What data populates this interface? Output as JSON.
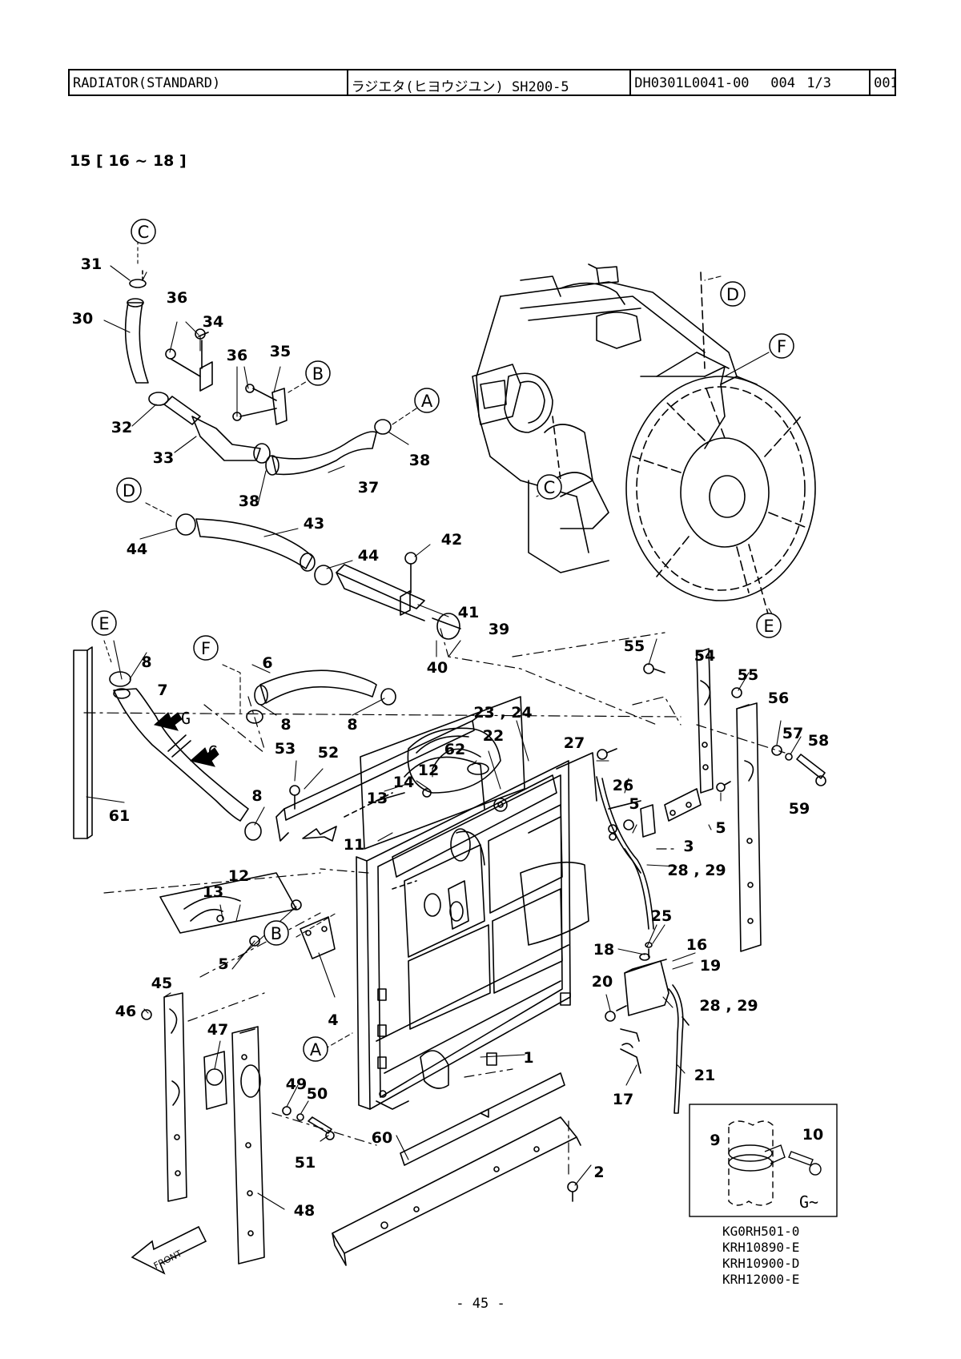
{
  "header": {
    "title": "RADIATOR(STANDARD)",
    "japanese_title": "ラジエタ(ヒヨウジユン) SH200-5",
    "drawing_no": "DH0301L0041-00",
    "group": "004",
    "sheet": "1/3",
    "page_code": "001"
  },
  "reference": "15 [ 16 ~ 18 ]",
  "callout_letters": [
    "A",
    "B",
    "C",
    "D",
    "E",
    "F"
  ],
  "part_labels": [
    "1",
    "2",
    "3",
    "4",
    "5",
    "6",
    "7",
    "8",
    "9",
    "10",
    "11",
    "12",
    "13",
    "14",
    "16",
    "17",
    "18",
    "19",
    "20",
    "21",
    "22",
    "23 , 24",
    "25",
    "26",
    "27",
    "28 , 29",
    "30",
    "31",
    "32",
    "33",
    "34",
    "35",
    "36",
    "37",
    "38",
    "39",
    "40",
    "41",
    "42",
    "43",
    "44",
    "45",
    "46",
    "47",
    "48",
    "49",
    "50",
    "51",
    "52",
    "53",
    "54",
    "55",
    "56",
    "57",
    "58",
    "59",
    "60",
    "61",
    "62"
  ],
  "arrow_labels": [
    "G",
    "G"
  ],
  "inset": {
    "view_label": "G~",
    "parts": [
      "9",
      "10"
    ]
  },
  "front_label": "FRONT",
  "codes": [
    "KG0RH501-0",
    "KRH10890-E",
    "KRH10900-D",
    "KRH12000-E"
  ],
  "page_number": "- 45 -"
}
